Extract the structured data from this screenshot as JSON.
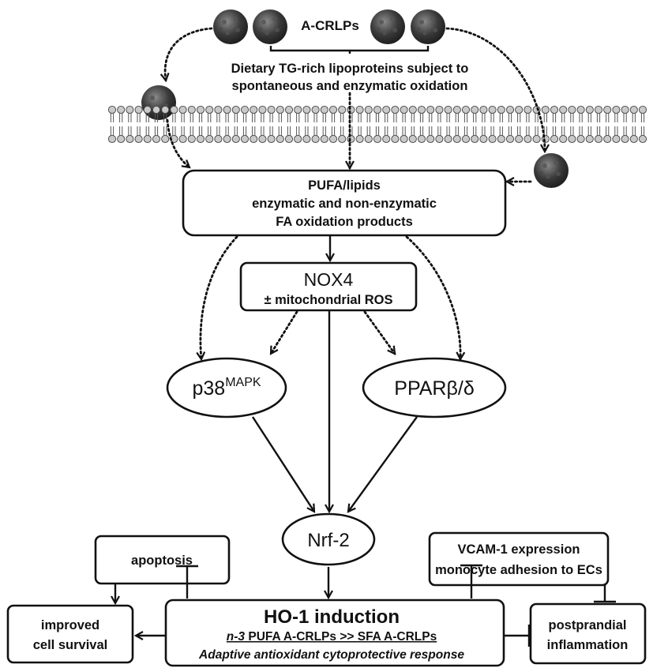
{
  "lipoprotein_label": "A-CRLPs",
  "lipoprotein_caption": [
    "Dietary TG-rich lipoproteins subject to",
    "spontaneous and enzymatic oxidation"
  ],
  "pufa_box": [
    "PUFA/lipids",
    "enzymatic and non-enzymatic",
    "FA oxidation products"
  ],
  "nox4_box": {
    "title": "NOX4",
    "subtitle": "± mitochondrial ROS"
  },
  "p38": {
    "base": "p38",
    "sup": "MAPK"
  },
  "ppar": "PPARβ/δ",
  "nrf2": "Nrf-2",
  "apoptosis": "apoptosis",
  "vcam_box": [
    "VCAM-1 expression",
    "monocyte adhesion to ECs"
  ],
  "ho1_box": {
    "title": "HO-1 induction",
    "line2_italic": "n-3",
    "line2_rest": " PUFA A-CRLPs >> SFA  A-CRLPs",
    "line3": "Adaptive antioxidant cytoprotective response"
  },
  "survival_box": [
    "improved",
    "cell survival"
  ],
  "inflammation_box": [
    "postprandial",
    "inflammation"
  ],
  "colors": {
    "ink": "#111111",
    "membrane_head": "#c9c9c9",
    "particle_dark": "#2f2f2f",
    "particle_light": "#7a7a7a"
  }
}
